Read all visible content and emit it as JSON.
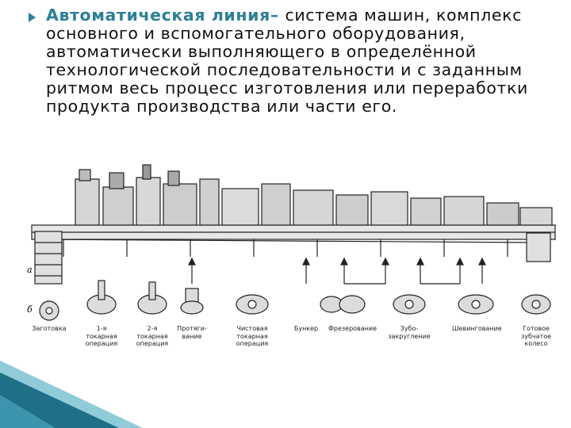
{
  "text": {
    "term": "Автоматическая линия",
    "dash": "– ",
    "definition": "система машин, комплекс основного и вспомогательного оборудования, автоматически выполняющего в определённой технологической последовательности и с заданным ритмом весь процесс изготовления или переработки продукта производства или части его."
  },
  "figure": {
    "label_a": "а",
    "label_b": "б",
    "captions": [
      "Заготовка",
      "1-я\nтокарная\nоперация",
      "2-я\nтокарная\nоперация",
      "Протяги-\nвание",
      "Чистовая\nтокарная\nоперация",
      "Бункер",
      "Фрезерование",
      "Зубо-\nзакругление",
      "Шевингование",
      "Готовое\nзубчатое\nколесо"
    ]
  },
  "colors": {
    "accent": "#2d7f97",
    "corner_dark": "#1f6f86",
    "corner_light": "#8fcbd9"
  }
}
